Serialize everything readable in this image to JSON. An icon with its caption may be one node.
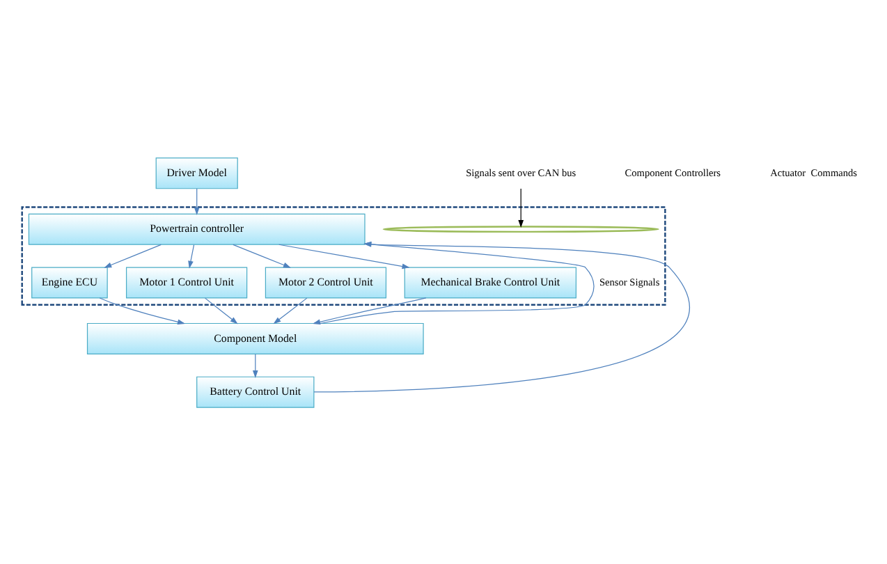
{
  "diagram": {
    "nodes": [
      {
        "text": [
          "Driver Model"
        ]
      },
      {
        "text": [],
        "shape": "box"
      },
      {
        "text": [
          "Powertrain controller"
        ],
        "in": 1
      },
      {
        "text": [],
        "shape": "ellipse",
        "in": 1
      },
      {
        "text": [
          "Engine ECU"
        ],
        "in": 1
      },
      {
        "text": [
          "Motor 1 Control Unit"
        ],
        "in": 1
      },
      {
        "text": [
          "Motor 2 Control Unit"
        ],
        "in": 1
      },
      {
        "text": [
          "Mechanical Brake Control Unit"
        ],
        "in": 1
      },
      {
        "text": [
          "Signals sent over CAN bus"
        ]
      },
      {
        "text": [
          "Component Model"
        ]
      },
      {
        "text": [
          "Battery Control Unit"
        ]
      }
    ],
    "edges": [
      {
        "from": 0,
        "to": 2,
        "arrow": "to"
      },
      {
        "from": 9,
        "to": 2,
        "arrow": "to",
        "label": "Sensor Signals"
      },
      {
        "from": 10,
        "to": 2,
        "arrow": "to"
      },
      {
        "from": 2,
        "to": 4,
        "arrow": "to"
      },
      {
        "from": 2,
        "to": 5,
        "arrow": "to"
      },
      {
        "from": 2,
        "to": 6,
        "arrow": "to"
      },
      {
        "from": 2,
        "to": 7,
        "arrow": "to"
      },
      {
        "from": 8,
        "to": 3,
        "arrow": "to",
        "color": "#000000"
      },
      {
        "from": 4,
        "to": 9,
        "arrow": "to"
      },
      {
        "from": 5,
        "to": 9,
        "arrow": "to"
      },
      {
        "from": 6,
        "to": 9,
        "arrow": "to"
      },
      {
        "from": 7,
        "to": 9,
        "arrow": "to"
      },
      {
        "from": 9,
        "to": 10,
        "arrow": "to"
      }
    ],
    "labels": [
      "Component Controllers",
      "Actuator  Commands"
    ]
  }
}
